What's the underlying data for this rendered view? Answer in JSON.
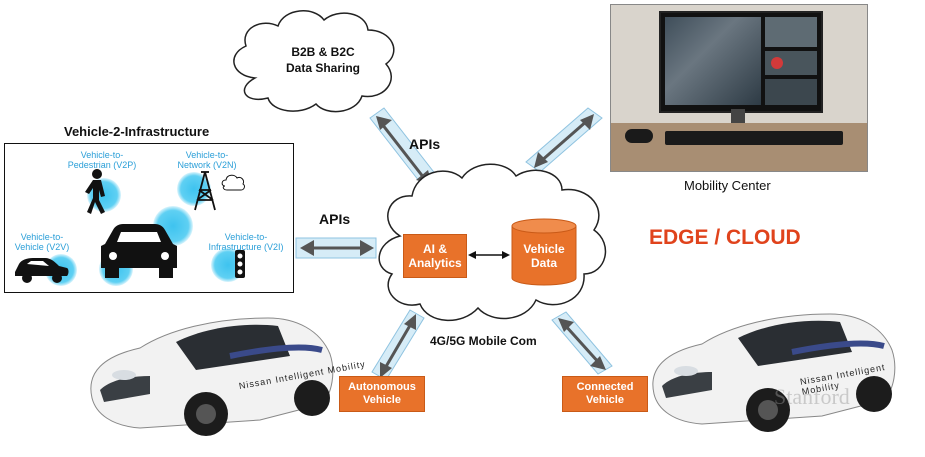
{
  "cloud_top": {
    "line1": "B2B & B2C",
    "line2": "Data Sharing"
  },
  "apis_top": "APIs",
  "apis_left": "APIs",
  "v2i_panel": {
    "title": "Vehicle-2-Infrastructure",
    "v2p": {
      "line1": "Vehicle-to-",
      "line2": "Pedestrian (V2P)"
    },
    "v2n": {
      "line1": "Vehicle-to-",
      "line2": "Network (V2N)"
    },
    "v2v": {
      "line1": "Vehicle-to-",
      "line2": "Vehicle (V2V)"
    },
    "v2i": {
      "line1": "Vehicle-to-",
      "line2": "Infrastructure (V2I)"
    }
  },
  "center_cloud": {
    "ai_box": {
      "line1": "AI &",
      "line2": "Analytics"
    },
    "vehicle_data": {
      "line1": "Vehicle",
      "line2": "Data"
    },
    "mobile_com": "4G/5G Mobile Com"
  },
  "edge_cloud": "EDGE / CLOUD",
  "mobility_center": "Mobility Center",
  "autonomous_vehicle": {
    "line1": "Autonomous",
    "line2": "Vehicle"
  },
  "connected_vehicle": {
    "line1": "Connected",
    "line2": "Vehicle"
  },
  "car_livery": "Nissan Intelligent Mobility",
  "watermark": "Stanford",
  "colors": {
    "orange": "#e8722a",
    "edge_text": "#e0431c",
    "v2_blue": "#2b9fd8"
  }
}
